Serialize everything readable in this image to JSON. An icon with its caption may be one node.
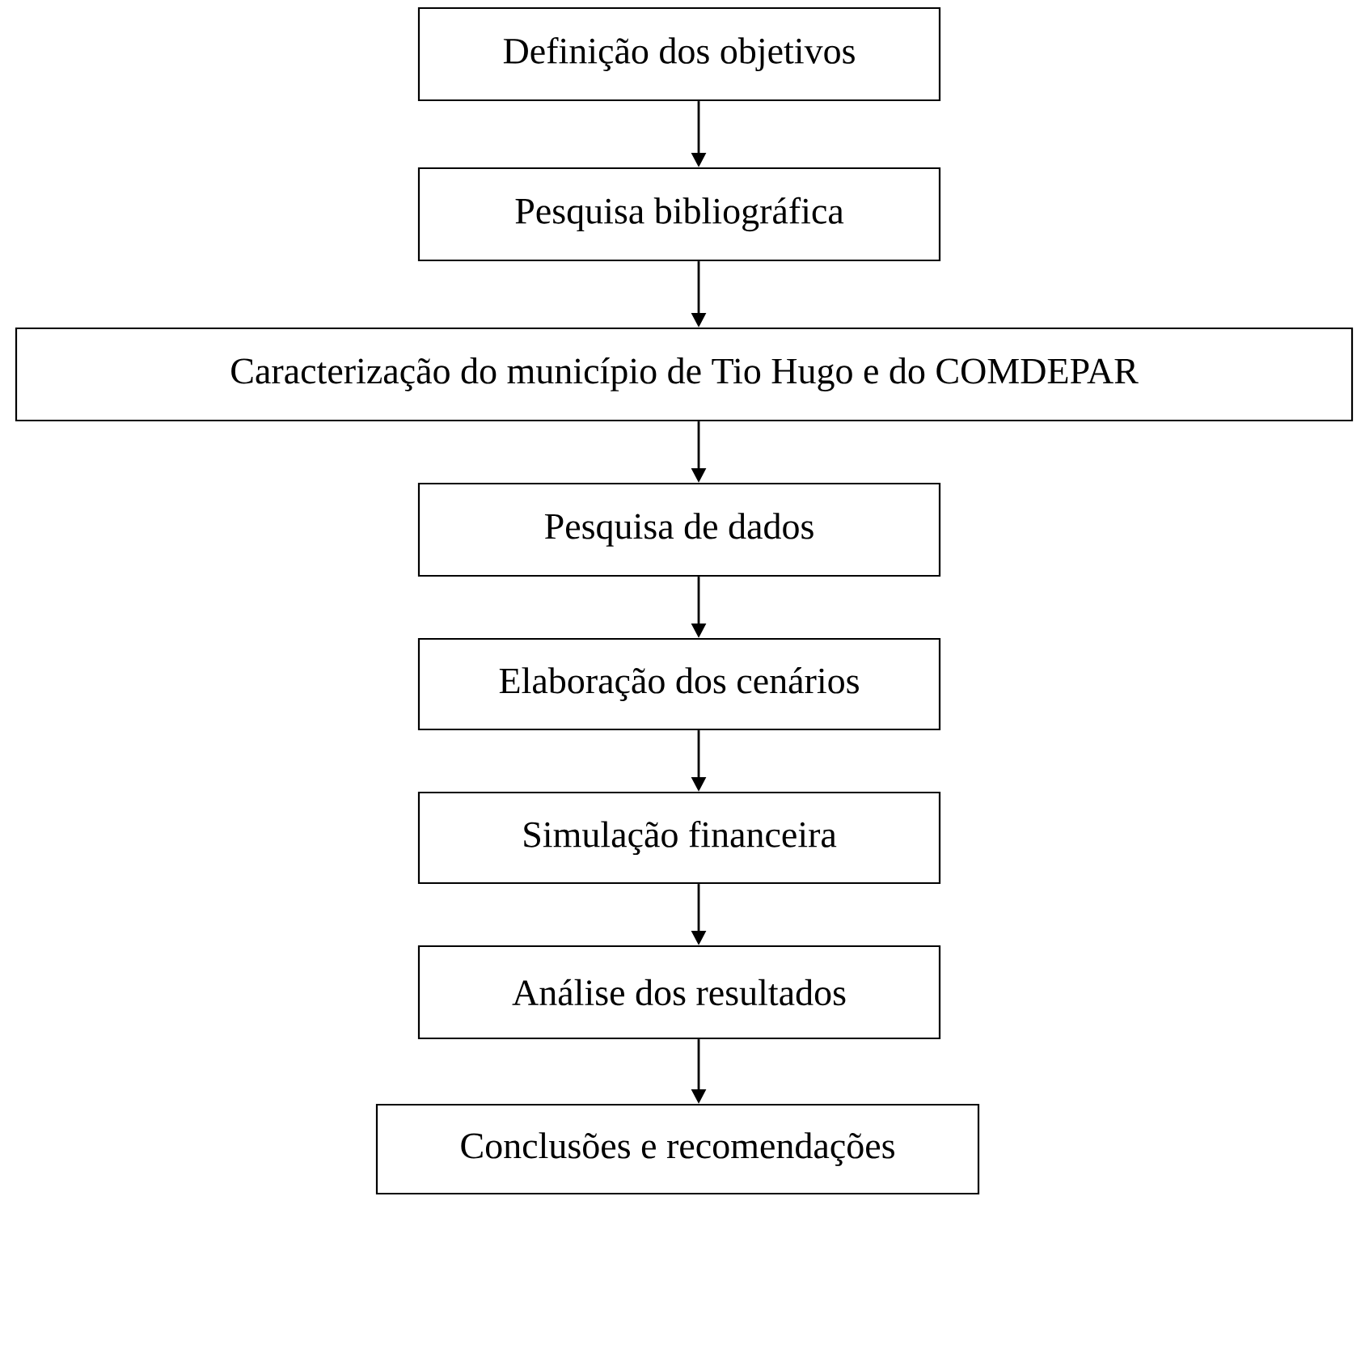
{
  "diagram": {
    "nodes": [
      {
        "text": [
          "Definição dos objetivos"
        ]
      },
      {
        "text": [
          "Pesquisa bibliográfica"
        ]
      },
      {
        "text": [
          "Caracterização do município de Tio Hugo e do COMDEPAR"
        ]
      },
      {
        "text": [
          "Pesquisa de dados"
        ]
      },
      {
        "text": [
          "Elaboração dos cenários"
        ]
      },
      {
        "text": [
          "Simulação financeira"
        ]
      },
      {
        "text": [
          "Análise dos resultados"
        ]
      },
      {
        "text": [
          "Conclusões e recomendações"
        ]
      }
    ],
    "edges": [
      {
        "from": 0,
        "to": 1,
        "arrow": "to"
      },
      {
        "from": 1,
        "to": 2,
        "arrow": "to"
      },
      {
        "from": 2,
        "to": 3,
        "arrow": "to"
      },
      {
        "from": 3,
        "to": 4,
        "arrow": "to"
      },
      {
        "from": 4,
        "to": 5,
        "arrow": "to"
      },
      {
        "from": 5,
        "to": 6,
        "arrow": "to"
      },
      {
        "from": 6,
        "to": 7,
        "arrow": "to"
      }
    ]
  }
}
